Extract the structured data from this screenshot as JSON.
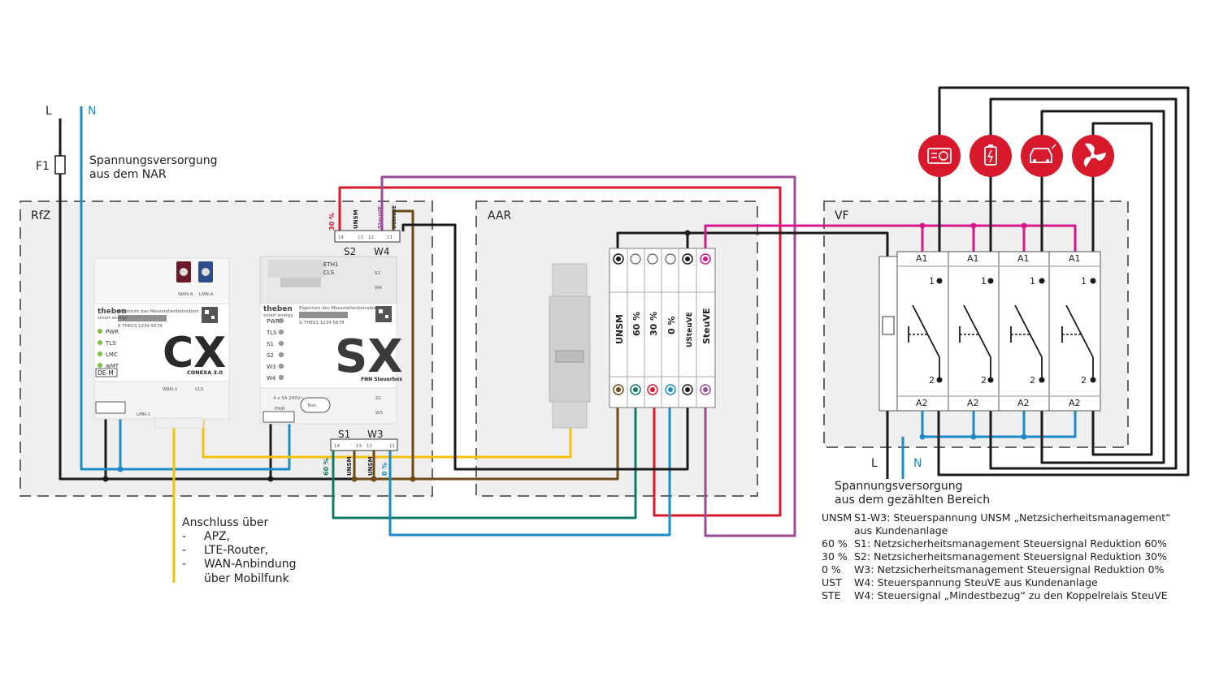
{
  "lines": {
    "l": "L",
    "n": "N",
    "f1": "F1"
  },
  "supply_nar": [
    "Spannungsversorgung",
    "aus dem NAR"
  ],
  "zones": {
    "rfz": "RfZ",
    "aar": "AAR",
    "vf": "VF"
  },
  "cx": {
    "brand": "theben",
    "brand_sub": "smart energy",
    "owner": "Eigentum des Messstellenbetreibers",
    "serial": "E THE03 1234 5678",
    "name": "CX",
    "model": "CONEXA 3.0",
    "leds": [
      "PWR",
      "TLS",
      "LMC",
      "wMT"
    ],
    "port_wan_a": "WAN-A",
    "port_lmn_a": "LMN-A",
    "port_wan1": "WAN-1",
    "port_cls": "CLS",
    "port_lmn1": "LMN-1",
    "dem": "DE-M"
  },
  "sx": {
    "brand": "theben",
    "brand_sub": "smart energy",
    "owner": "Eigentum des Messstellenbetreibers",
    "serial": "G THE01 1234 5678",
    "name": "SX",
    "model": "FNN Steuerbox",
    "leds": [
      "PWR",
      "TLS",
      "S1",
      "S2",
      "W3",
      "W4"
    ],
    "eth": "ETH1",
    "cls": "CLS",
    "s2": "S2",
    "w4": "W4",
    "s1": "S1",
    "w3": "W3",
    "rating": "4 x 5A 240V~",
    "pwr": "PWR",
    "test": "Test",
    "pins_top": [
      "14",
      "13",
      "12",
      "11"
    ],
    "pins_bottom": [
      "14",
      "13",
      "12",
      "11"
    ]
  },
  "sx_top_labels": {
    "s2": "S2",
    "w4": "W4",
    "p30": "30 %",
    "unsm": "UNSM",
    "steuve": "SteuVE",
    "usteuve": "USteuVE"
  },
  "sx_bottom_labels": {
    "s1": "S1",
    "w3": "W3",
    "p60": "60 %",
    "unsm": "UNSM",
    "unsm2": "UNSM",
    "p0": "0 %"
  },
  "terminal_labels": [
    "UNSM",
    "60 %",
    "30 %",
    "0 %",
    "USteuVE",
    "SteuVE"
  ],
  "relays": {
    "a1": "A1",
    "a2": "A2",
    "p1": "1",
    "p2": "2"
  },
  "supply_counted": [
    "Spannungsversorgung",
    "aus dem gezählten Bereich"
  ],
  "vf_lines": {
    "l": "L",
    "n": "N"
  },
  "connection": {
    "title": "Anschluss über",
    "items": [
      "APZ,",
      "LTE-Router,",
      "WAN-Anbindung",
      "über Mobilfunk"
    ]
  },
  "legend": [
    {
      "key": "UNSM",
      "text": "S1-W3: Steuerspannung UNSM „Netzsicherheitsmanagement“"
    },
    {
      "key": "",
      "text": "aus Kundenanlage"
    },
    {
      "key": "60 %",
      "text": "S1: Netzsicherheitsmanagement Steuersignal Reduktion 60%"
    },
    {
      "key": "30 %",
      "text": "S2: Netzsicherheitsmanagement Steuersignal Reduktion 30%"
    },
    {
      "key": "0 %",
      "text": "W3: Netzsicherheitsmanagement Steuersignal Reduktion 0%"
    },
    {
      "key": "UST",
      "text": "W4: Steuerspannung SteuVE aus Kundenanlage"
    },
    {
      "key": "STE",
      "text": "W4: Steuersignal „Mindestbezug“ zu den Koppelrelais SteuVE"
    }
  ],
  "colors": {
    "black": "#1a1a1a",
    "blue": "#1c8ac9",
    "yellow": "#f4c20d",
    "red": "#d7192b",
    "purple": "#9b4a97",
    "magenta": "#d6168b",
    "green": "#137a66",
    "brown": "#6e4b17",
    "icon_red": "#d7192b"
  }
}
